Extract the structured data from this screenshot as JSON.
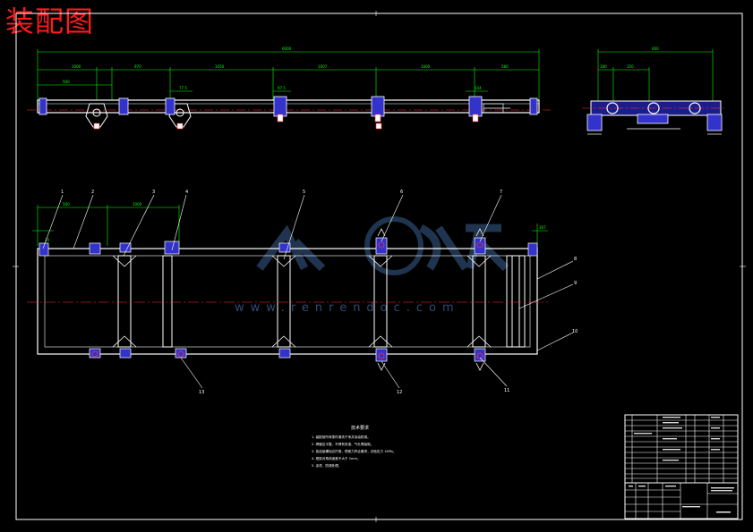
{
  "drawing": {
    "title": "装配图",
    "watermark_url": "www.renrendoc.com",
    "colors": {
      "background": "#000000",
      "frame": "#ffffff",
      "dimension": "#00ff00",
      "centerline": "#ff3333",
      "part_outline": "#ffffff",
      "part_fill": "#3333cc",
      "title_red": "#ff1a1a"
    },
    "balloons": [
      "1",
      "2",
      "3",
      "4",
      "5",
      "6",
      "7",
      "8",
      "9",
      "10",
      "11",
      "12",
      "13"
    ],
    "notes_heading": "技术要求",
    "notes": [
      "1. 装配前所有零件清洗干净并涂油防锈。",
      "2. 焊缝应平整，不得有夹渣、气孔等缺陷。",
      "3. 各连接螺栓应拧紧，预紧力符合要求，试验压力 1MPa。",
      "4. 框架对角线误差不大于 2mm。",
      "5. 涂漆，防锈处理。"
    ]
  }
}
